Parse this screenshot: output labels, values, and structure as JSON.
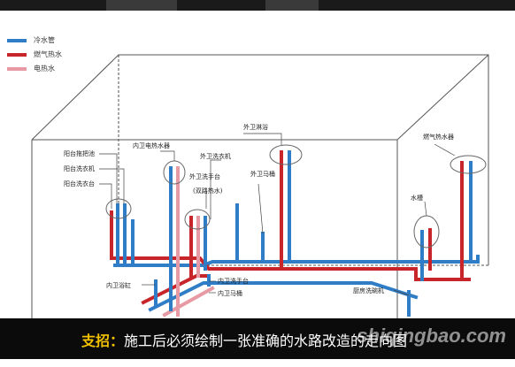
{
  "legend": {
    "items": [
      {
        "label": "冷水管",
        "color": "#2f7dc6"
      },
      {
        "label": "燃气热水",
        "color": "#c8252b"
      },
      {
        "label": "电热水",
        "color": "#e79aa4"
      }
    ]
  },
  "labels": {
    "balcony_mop_sink": "阳台拖把池",
    "balcony_washer": "阳台洗衣机",
    "balcony_basin": "阳台洗衣台",
    "inner_bath_heater": "内卫电热水器",
    "outer_bath_washer": "外卫洗衣机",
    "outer_bath_shower": "外卫淋浴",
    "outer_bath_basin": "外卫洗手台",
    "dual_hot_water": "(双路热水)",
    "outer_bath_toilet": "外卫马桶",
    "gas_heater": "燃气热水器",
    "sink": "水槽",
    "inner_bathtub": "内卫浴缸",
    "inner_bath_basin": "内卫洗手台",
    "inner_bath_toilet": "内卫马桶",
    "kitchen_dishwasher": "厨房洗碗机"
  },
  "caption": {
    "prefix": "支招：",
    "text": "施工后必须绘制一张准确的水路改造的走向图"
  },
  "watermark": "shiqingbao.com",
  "colors": {
    "cold": "#2f7dc6",
    "gas_hot": "#c8252b",
    "electric_hot": "#e79aa4",
    "frame": "#555555"
  }
}
